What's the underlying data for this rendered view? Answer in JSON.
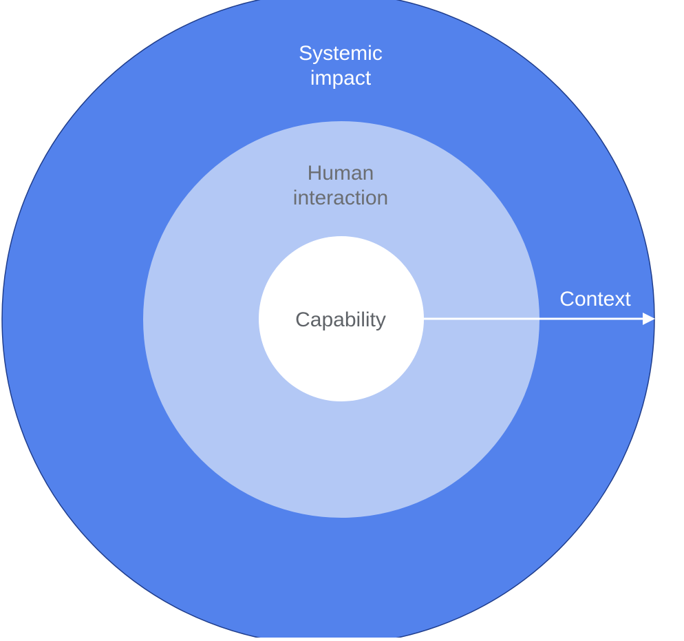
{
  "diagram": {
    "rings": [
      {
        "id": "outer",
        "label_lines": [
          "Systemic",
          "impact"
        ],
        "fill": "#5382ec",
        "stroke": "#1f3d8c"
      },
      {
        "id": "middle",
        "label_lines": [
          "Human",
          "interaction"
        ],
        "fill": "#b3c8f5"
      },
      {
        "id": "inner",
        "label_lines": [
          "Capability"
        ],
        "fill": "#ffffff"
      }
    ],
    "arrow": {
      "label": "Context",
      "color": "#ffffff"
    },
    "text_colors": {
      "outer": "#ffffff",
      "middle": "#6b6e72",
      "inner": "#5f6368"
    }
  }
}
